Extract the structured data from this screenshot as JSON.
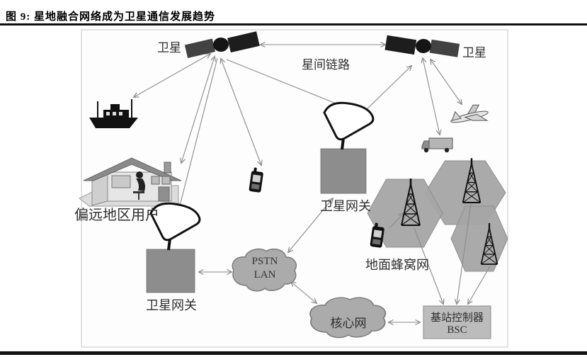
{
  "figure": {
    "title": "图 9: 星地融合网络成为卫星通信发展趋势"
  },
  "diagram": {
    "satellite_left": {
      "label": "卫星"
    },
    "satellite_right": {
      "label": "卫星"
    },
    "inter_satellite_link": {
      "label": "星间链路"
    },
    "remote_user": {
      "label": "偏远地区用户"
    },
    "gateway_upper": {
      "label": "卫星网关"
    },
    "gateway_lower": {
      "label": "卫星网关"
    },
    "pstn_cloud": {
      "line1": "PSTN",
      "line2": "LAN"
    },
    "core_cloud": {
      "label": "核心网"
    },
    "cellular_network": {
      "label": "地面蜂窝网"
    },
    "bsc_box": {
      "line1": "基站控制器",
      "line2": "BSC"
    },
    "icons": [
      "satellite-icon",
      "ship-icon",
      "house-icon",
      "mobile-phone-icon",
      "dish-antenna-icon",
      "cloud-icon",
      "truck-icon",
      "airplane-icon",
      "cell-tower-icon",
      "hexagon-cell"
    ]
  },
  "colors": {
    "line": "#8a8a8a",
    "cloud": "#ababab",
    "hex": "#a5a5a5",
    "box": "#8d8d8d",
    "bsc": "#bcbcbc",
    "ink": "#2e2e2e",
    "rule": "#111111",
    "frame": "#c6c6c6"
  }
}
